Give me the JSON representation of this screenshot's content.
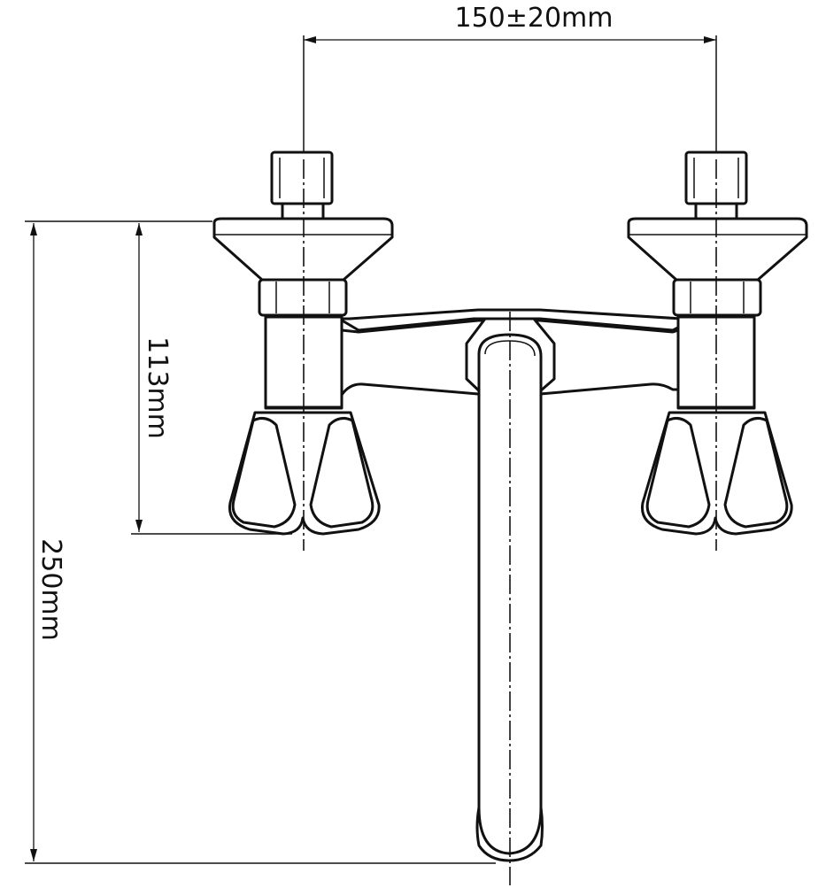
{
  "dimensions": {
    "center_spacing": "150±20mm",
    "handle_height": "113mm",
    "total_height": "250mm"
  },
  "colors": {
    "line": "#111111",
    "background": "#ffffff"
  }
}
